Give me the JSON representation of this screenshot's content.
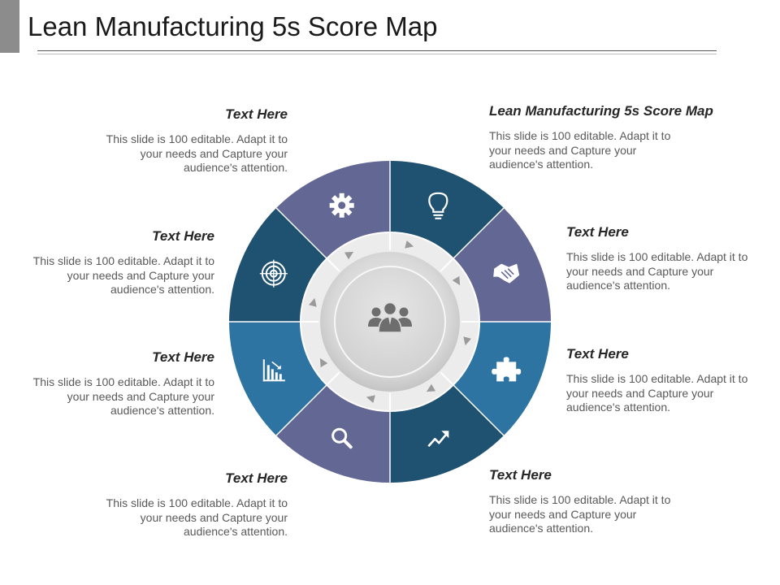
{
  "slide": {
    "title": "Lean Manufacturing 5s Score Map"
  },
  "colors": {
    "purple": "#636794",
    "navy": "#1f5170",
    "blue": "#2e74a3",
    "ring": "#ebebeb",
    "center_gray": "#d0d0d0",
    "icon_gray": "#737373"
  },
  "blocks": [
    {
      "id": "top-left",
      "heading": "Text Here",
      "body": "This slide is 100 editable. Adapt it to your needs and Capture your audience's attention."
    },
    {
      "id": "top-right",
      "heading": "Lean Manufacturing 5s Score Map",
      "body": "This slide is 100 editable. Adapt it to your needs and Capture your audience's attention."
    },
    {
      "id": "mid-left-1",
      "heading": "Text Here",
      "body": "This slide is 100 editable. Adapt it to your needs and Capture your audience's attention."
    },
    {
      "id": "mid-right-1",
      "heading": "Text Here",
      "body": "This slide is 100 editable. Adapt it to your needs and Capture your audience's attention."
    },
    {
      "id": "mid-left-2",
      "heading": "Text Here",
      "body": "This slide is 100 editable. Adapt it to your needs and Capture your audience's attention."
    },
    {
      "id": "mid-right-2",
      "heading": "Text Here",
      "body": "This slide is 100 editable. Adapt it to your needs and Capture your audience's attention."
    },
    {
      "id": "bottom-left",
      "heading": "Text Here",
      "body": "This slide is 100 editable. Adapt it to your needs and Capture your audience's attention."
    },
    {
      "id": "bottom-right",
      "heading": "Text Here",
      "body": "This slide is 100 editable. Adapt it to your needs and Capture your audience's attention."
    }
  ],
  "wheel": {
    "segments": [
      {
        "icon": "lightbulb-icon",
        "color": "#1f5170"
      },
      {
        "icon": "handshake-icon",
        "color": "#636794"
      },
      {
        "icon": "puzzle-icon",
        "color": "#2e74a3"
      },
      {
        "icon": "trend-arrow-icon",
        "color": "#1f5170"
      },
      {
        "icon": "magnifier-icon",
        "color": "#636794"
      },
      {
        "icon": "bar-chart-icon",
        "color": "#2e74a3"
      },
      {
        "icon": "target-icon",
        "color": "#1f5170"
      },
      {
        "icon": "gear-icon",
        "color": "#636794"
      }
    ],
    "center_icon": "team-icon"
  }
}
